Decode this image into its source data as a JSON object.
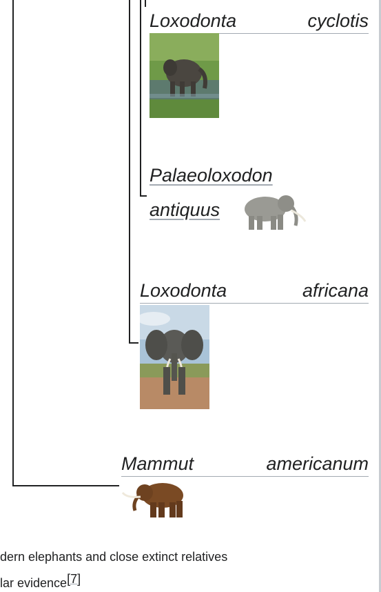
{
  "taxa": {
    "loxodonta_cyclotis": {
      "genus": "Loxodonta",
      "species": "cyclotis"
    },
    "palaeoloxodon_antiquus": {
      "genus": "Palaeoloxodon",
      "species": "antiquus"
    },
    "loxodonta_africana": {
      "genus": "Loxodonta",
      "species": "africana"
    },
    "mammut_americanum": {
      "genus": "Mammut",
      "species": "americanum"
    }
  },
  "caption": {
    "line1": "dern elephants and close extinct relatives",
    "line2": "lar evidence",
    "ref": "[7]"
  },
  "colors": {
    "line": "#202122",
    "link_underline": "#a2a9b1",
    "frame": "#c8ccd1"
  }
}
